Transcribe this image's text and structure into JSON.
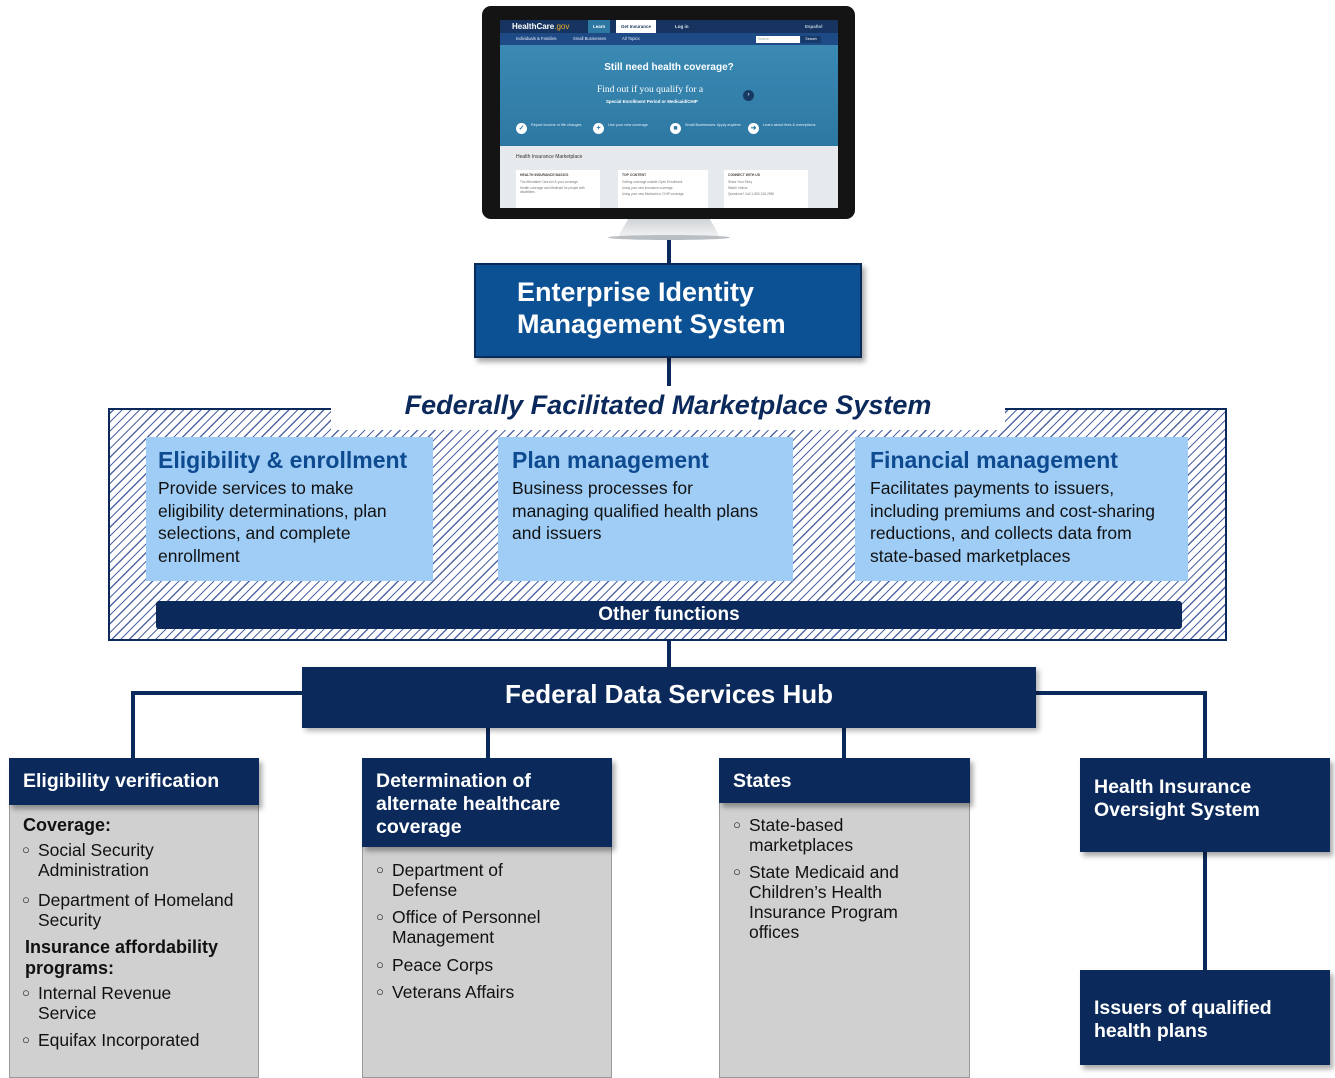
{
  "monitor": {
    "logo_main": "HealthCare",
    "logo_suffix": ".gov",
    "tabs": [
      "Learn",
      "Get Insurance",
      "Log in"
    ],
    "language": "Español",
    "subnav": [
      "Individuals & Families",
      "Small Businesses",
      "All Topics"
    ],
    "search_placeholder": "Search",
    "search_button": "Search",
    "hero_title": "Still need health coverage?",
    "hero_subtitle": "Find out if you qualify for a",
    "hero_subtitle2": "Special Enrollment Period or Medicaid/CHIP",
    "chips": [
      {
        "icon": "✓",
        "text": "Report income or life changes"
      },
      {
        "icon": "+",
        "text": "Use your new coverage"
      },
      {
        "icon": "■",
        "text": "Small Businesses: Apply anytime"
      },
      {
        "icon": "➜",
        "text": "Learn about fees & exemptions"
      }
    ],
    "marketplace_label": "Health Insurance Marketplace",
    "cards": [
      {
        "title": "HEALTH INSURANCE BASICS",
        "lines": [
          "The Affordable Care Act & your coverage",
          "Health coverage and Medicaid for people with disabilities"
        ]
      },
      {
        "title": "TOP CONTENT",
        "lines": [
          "Getting coverage outside Open Enrollment",
          "Using your new insurance coverage",
          "Using your new Medicaid or CHIP coverage"
        ]
      },
      {
        "title": "CONNECT WITH US",
        "lines": [
          "Share Your Story",
          "Watch Videos",
          "Questions? Call 1-800-318-2596"
        ]
      }
    ]
  },
  "eim": {
    "title": "Enterprise Identity Management System"
  },
  "ffm": {
    "title": "Federally Facilitated Marketplace System",
    "boxes": [
      {
        "title": "Eligibility & enrollment",
        "lines": [
          "Provide services to make",
          "eligibility determinations, plan",
          "selections, and complete",
          "enrollment"
        ]
      },
      {
        "title": "Plan management",
        "lines": [
          "Business processes for",
          "managing qualified health plans",
          "and issuers"
        ]
      },
      {
        "title": "Financial management",
        "lines": [
          "Facilitates payments to issuers,",
          "including premiums and cost-sharing",
          "reductions, and collects data from",
          "state-based marketplaces"
        ]
      }
    ],
    "other": "Other functions"
  },
  "hub": {
    "title": "Federal Data Services Hub"
  },
  "columns": {
    "eligibility": {
      "title": "Eligibility verification",
      "coverage_label": "Coverage:",
      "coverage_items": [
        [
          "Social Security",
          "Administration"
        ],
        [
          "Department of Homeland",
          "Security"
        ]
      ],
      "affordability_label": [
        "Insurance affordability",
        "programs:"
      ],
      "affordability_items": [
        [
          "Internal Revenue",
          "Service"
        ],
        [
          "Equifax Incorporated"
        ]
      ]
    },
    "alternate": {
      "title": [
        "Determination of",
        "alternate healthcare",
        "coverage"
      ],
      "items": [
        [
          "Department of",
          "Defense"
        ],
        [
          "Office of Personnel",
          "Management"
        ],
        [
          "Peace Corps"
        ],
        [
          "Veterans Affairs"
        ]
      ]
    },
    "states": {
      "title": "States",
      "items": [
        [
          "State-based",
          "marketplaces"
        ],
        [
          "State Medicaid and",
          "Children’s Health",
          "Insurance Program",
          "offices"
        ]
      ]
    },
    "oversight": {
      "title": [
        "Health Insurance",
        "Oversight System"
      ]
    },
    "issuers": {
      "title": [
        "Issuers of qualified",
        "health plans"
      ]
    }
  },
  "bullet": "○"
}
